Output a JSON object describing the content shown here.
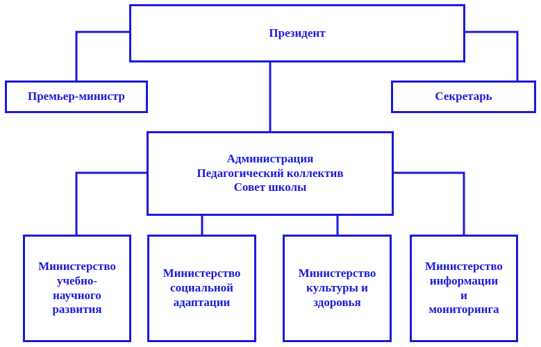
{
  "colors": {
    "line": "#1a1adc",
    "text": "#1a1adc",
    "background": "#ffffff"
  },
  "president": {
    "label": "Президент"
  },
  "prime_minister": {
    "label": "Премьер-министр"
  },
  "secretary": {
    "label": "Секретарь"
  },
  "center": {
    "lines": [
      "Администрация",
      "Педагогический коллектив",
      "Совет школы"
    ]
  },
  "ministries": [
    {
      "lines": [
        "Министерство",
        "учебно-",
        "научного",
        "развития"
      ]
    },
    {
      "lines": [
        "Министерство",
        "социальной",
        "адаптации"
      ]
    },
    {
      "lines": [
        "Министерство",
        "культуры и",
        "здоровья"
      ]
    },
    {
      "lines": [
        "Министерство",
        "информации",
        "и",
        "мониторинга"
      ]
    }
  ]
}
